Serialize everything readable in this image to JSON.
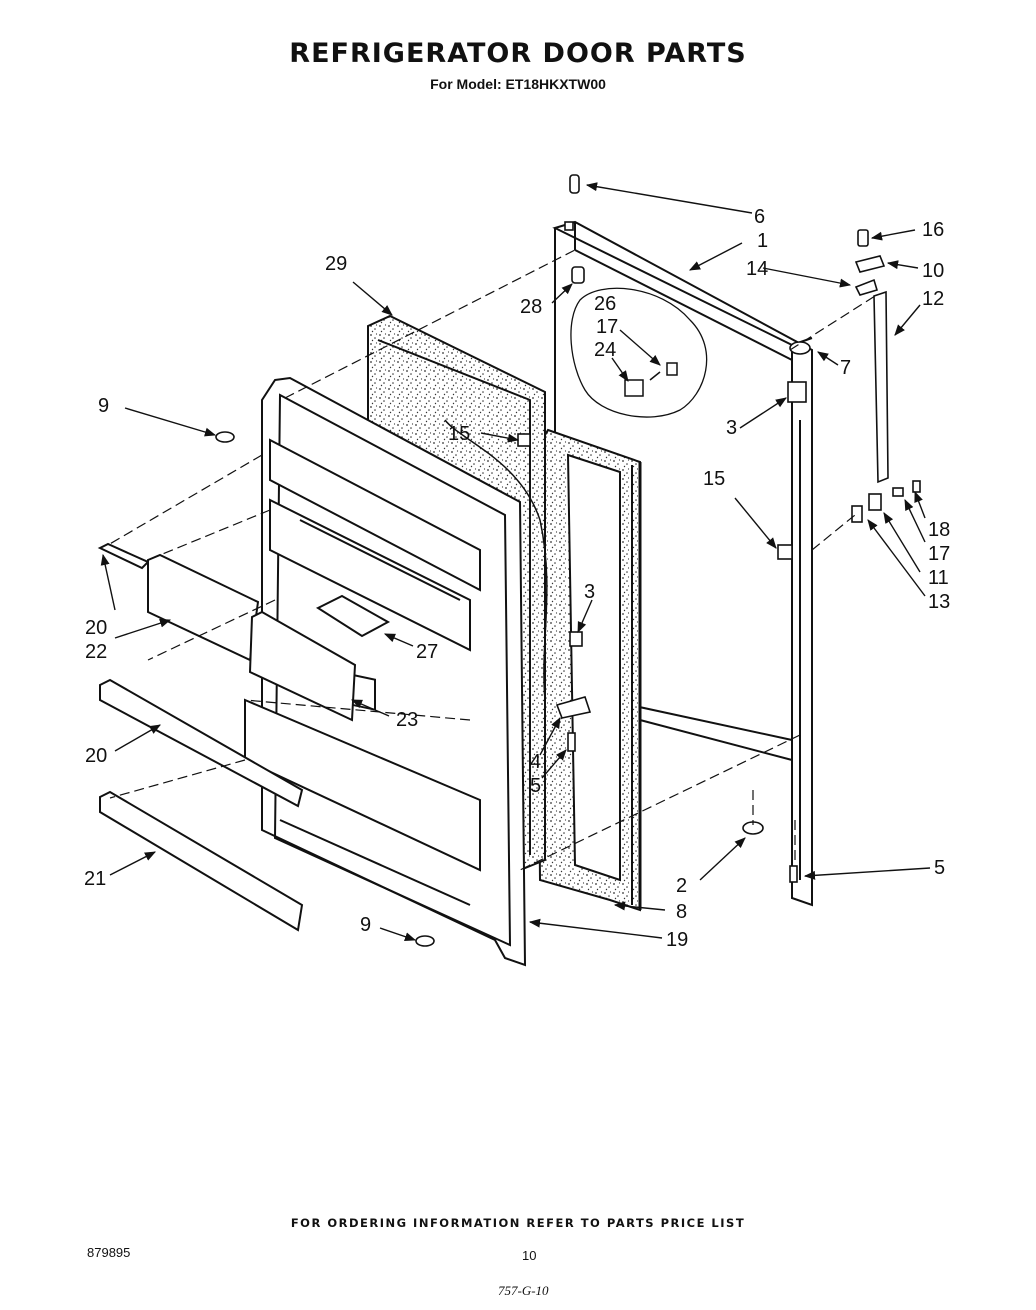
{
  "header": {
    "title": "REFRIGERATOR DOOR PARTS",
    "subtitle": "For Model: ET18HKXTW00"
  },
  "callouts": [
    "1",
    "2",
    "3",
    "3",
    "4",
    "5",
    "5",
    "6",
    "7",
    "8",
    "9",
    "9",
    "10",
    "11",
    "12",
    "13",
    "14",
    "15",
    "15",
    "16",
    "17",
    "17",
    "18",
    "19",
    "20",
    "20",
    "21",
    "22",
    "23",
    "24",
    "26",
    "27",
    "28",
    "29"
  ],
  "footer": {
    "ordering_note": "FOR ORDERING INFORMATION REFER TO PARTS PRICE LIST",
    "document_number": "879895",
    "page_number": "10",
    "handwritten_code": "757-G-10"
  }
}
